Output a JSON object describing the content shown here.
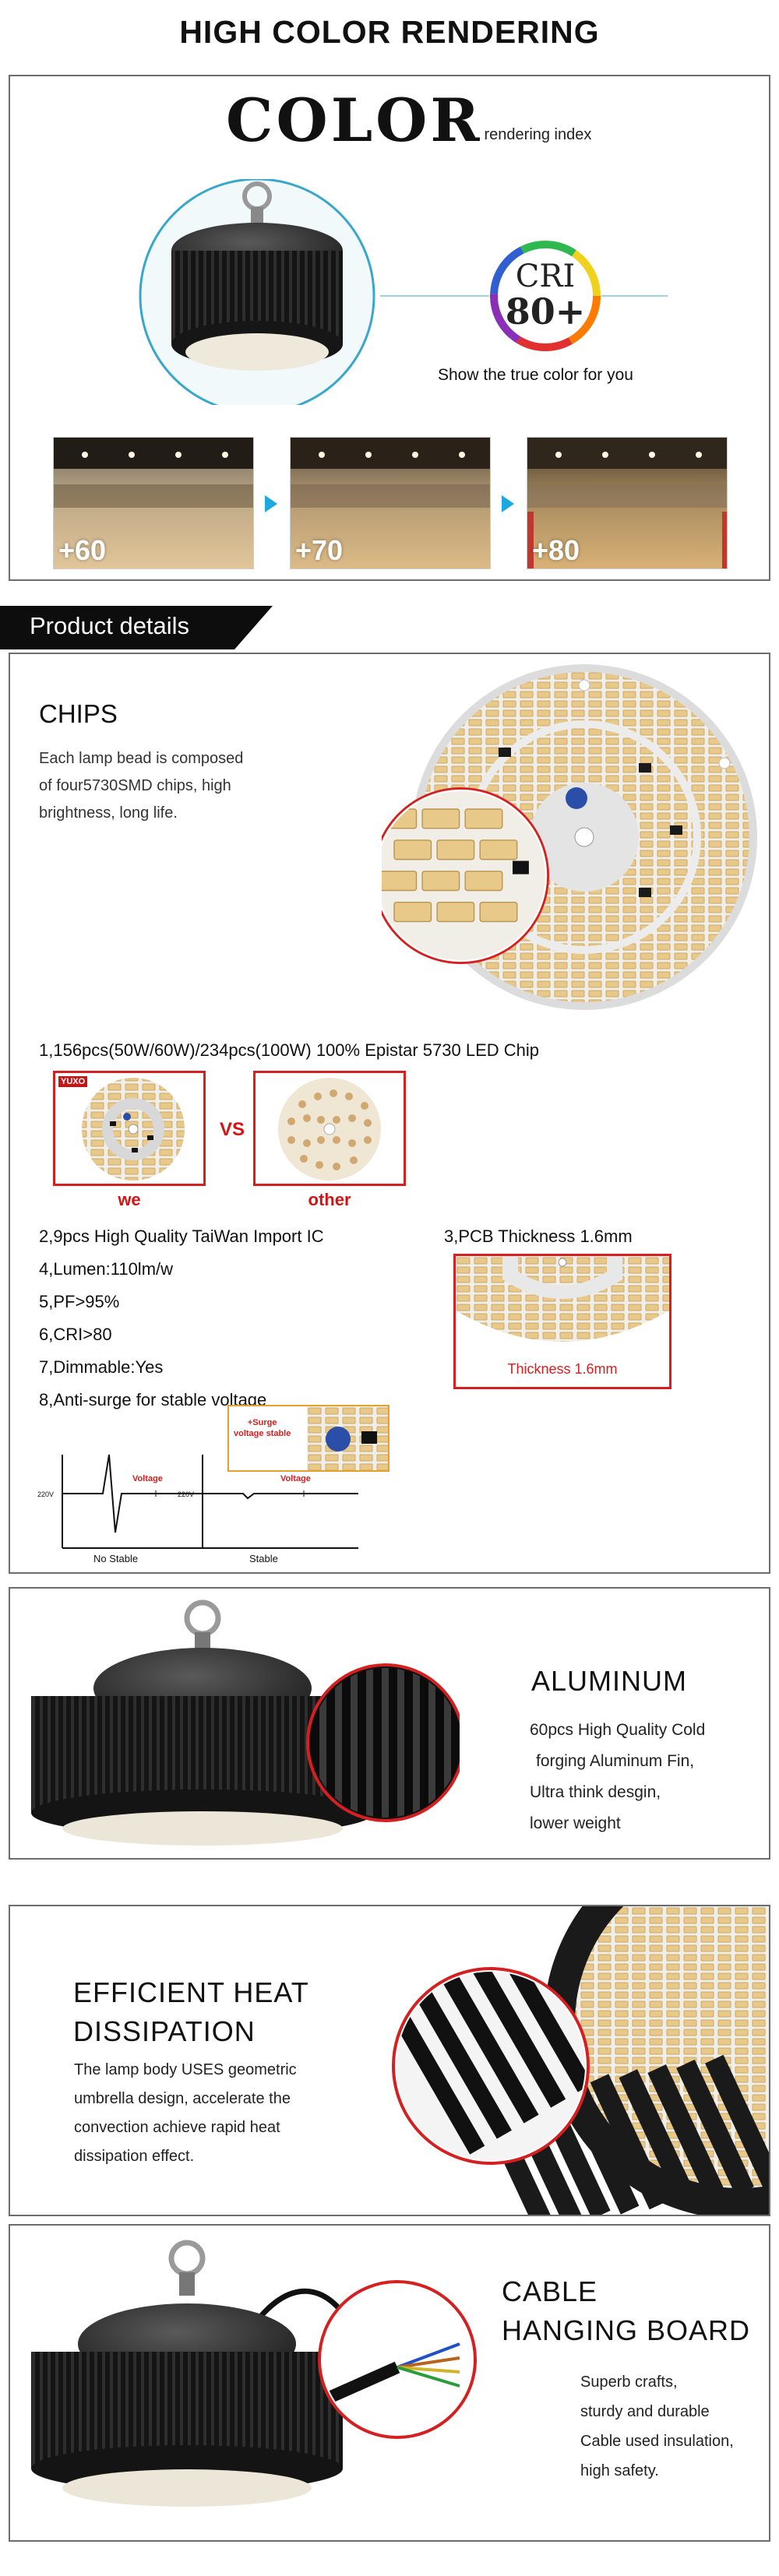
{
  "header": {
    "title": "HIGH COLOR RENDERING"
  },
  "color_index": {
    "big_word": "COLOR",
    "sub_word": "rendering index",
    "cri_label": "CRI",
    "cri_value": "80+",
    "tagline": "Show the true color for you",
    "scenes": [
      {
        "label": "+60"
      },
      {
        "label": "+70"
      },
      {
        "label": "+80"
      }
    ]
  },
  "product_details": {
    "banner": "Product details",
    "chips_title": "CHIPS",
    "chips_desc": [
      "Each lamp bead is composed",
      "of four5730SMD chips, high",
      "brightness, long life."
    ],
    "chip_count": "1,156pcs(50W/60W)/234pcs(100W) 100% Epistar 5730 LED Chip",
    "compare": {
      "we": "we",
      "vs": "VS",
      "other": "other",
      "brand": "YUXO"
    },
    "specs_left": [
      "2,9pcs High Quality TaiWan Import IC",
      "4,Lumen:110lm/w",
      "5,PF>95%",
      "6,CRI>80",
      "7,Dimmable:Yes",
      "8,Anti-surge for stable voltage"
    ],
    "spec_pcb": "3,PCB Thickness 1.6mm",
    "pcb_label": "Thickness 1.6mm",
    "surge_label": [
      "+Surge",
      "voltage stable"
    ],
    "graphs": {
      "left": {
        "volt": "220V",
        "tag": "Voltage",
        "caption": "No Stable"
      },
      "right": {
        "volt": "220V",
        "tag": "Voltage",
        "caption": "Stable"
      }
    }
  },
  "aluminum": {
    "title": "ALUMINUM",
    "lines": [
      "60pcs High Quality Cold",
      "forging Aluminum Fin,",
      "Ultra think desgin,",
      "lower weight"
    ]
  },
  "heat": {
    "title": [
      "EFFICIENT HEAT",
      "DISSIPATION"
    ],
    "lines": [
      "The lamp body USES geometric",
      "umbrella design, accelerate the",
      "convection achieve rapid heat",
      "dissipation effect."
    ]
  },
  "cable": {
    "title": [
      "CABLE",
      "HANGING BOARD"
    ],
    "lines": [
      "Superb crafts,",
      "sturdy and durable",
      "Cable used insulation,",
      "high safety."
    ]
  },
  "colors": {
    "accent_blue": "#1ea7e1",
    "red": "#d42020",
    "pcb_led": "#e8c98a"
  }
}
